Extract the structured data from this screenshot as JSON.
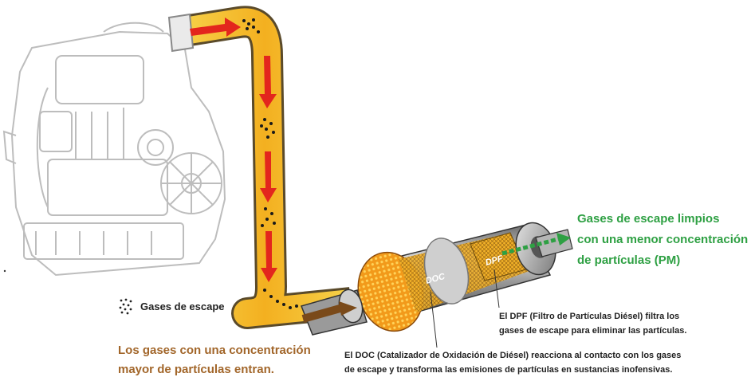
{
  "clean_gas_label": {
    "line1": "Gases de escape limpios",
    "line2": "con una menor concentración",
    "line3": "de partículas (PM)"
  },
  "legend": {
    "label": "Gases de escape"
  },
  "dirty_gas_label": {
    "line1": "Los gases con una concentración",
    "line2": "mayor de partículas entran."
  },
  "dpf": {
    "tag": "DPF",
    "desc_line1": "El DPF (Filtro de Partículas Diésel) filtra los",
    "desc_line2": "gases de escape para eliminar las partículas."
  },
  "doc": {
    "tag": "DOC",
    "desc_line1": "El DOC (Catalizador de Oxidación de Diésel) reacciona al contacto con los gases",
    "desc_line2": "de escape y transforma las emisiones de partículas en sustancias inofensivas."
  },
  "colors": {
    "clean_text": "#2ea043",
    "dirty_text": "#a2662a",
    "pipe_fill": "#f6c42a",
    "arrow": "#e3261d"
  }
}
